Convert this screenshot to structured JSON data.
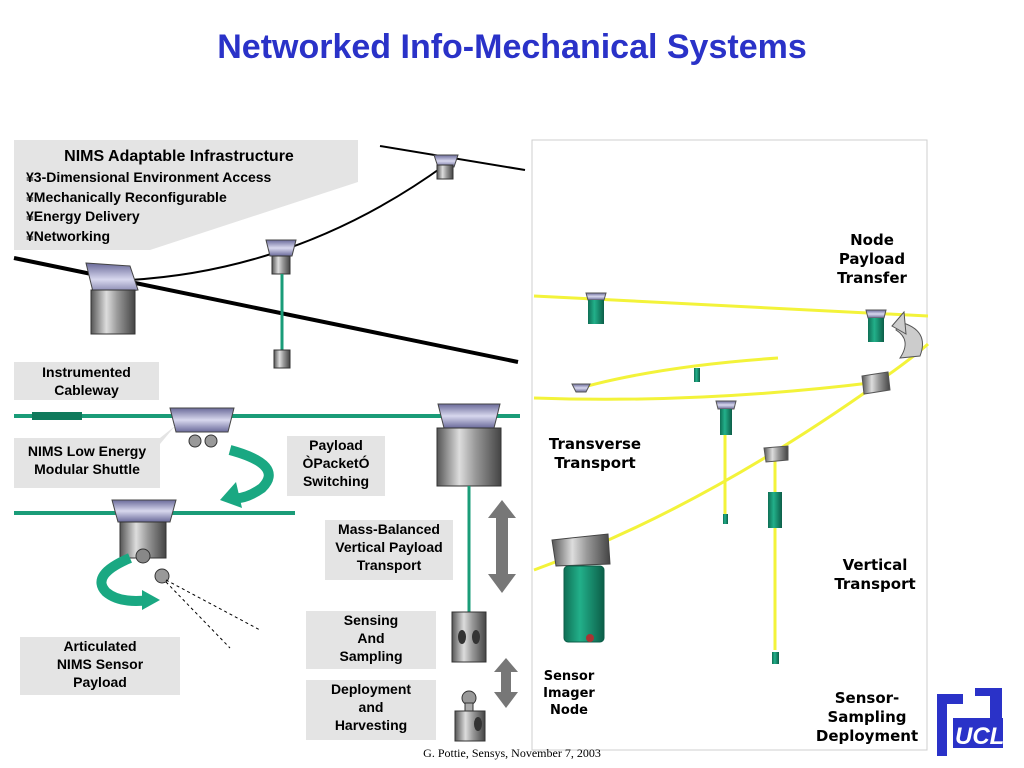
{
  "title": "Networked Info-Mechanical Systems",
  "infrastructure": {
    "heading": "NIMS Adaptable Infrastructure",
    "items": [
      "¥3-Dimensional Environment Access",
      "¥Mechanically Reconfigurable",
      "¥Energy Delivery",
      "¥Networking"
    ]
  },
  "labels": {
    "instrumented_cableway": [
      "Instrumented",
      "Cableway"
    ],
    "low_energy_shuttle": [
      "NIMS Low Energy",
      "Modular Shuttle"
    ],
    "payload_packet": [
      "Payload",
      "ÒPacketÓ",
      "Switching"
    ],
    "mass_balanced": [
      "Mass-Balanced",
      "Vertical Payload",
      "Transport"
    ],
    "sensing": [
      "Sensing",
      "And",
      "Sampling"
    ],
    "deployment": [
      "Deployment",
      "and",
      "Harvesting"
    ],
    "articulated": [
      "Articulated",
      "NIMS Sensor",
      "Payload"
    ],
    "node_payload_transfer": [
      "Node",
      "Payload",
      "Transfer"
    ],
    "transverse_transport": [
      "Transverse",
      "Transport"
    ],
    "vertical_transport": [
      "Vertical",
      "Transport"
    ],
    "sensor_imager_node": [
      "Sensor",
      "Imager",
      "Node"
    ],
    "sensor_sampling_deployment": [
      "Sensor-",
      "Sampling",
      "Deployment"
    ]
  },
  "logo": {
    "text": "UCLA",
    "color": "#2a32c8"
  },
  "footer": "G. Pottie, Sensys, November 7, 2003",
  "colors": {
    "title": "#2a32c8",
    "cable_green": "#1a9c78",
    "cable_yellow": "#f3f33a",
    "label_bg": "#e4e4e4"
  }
}
